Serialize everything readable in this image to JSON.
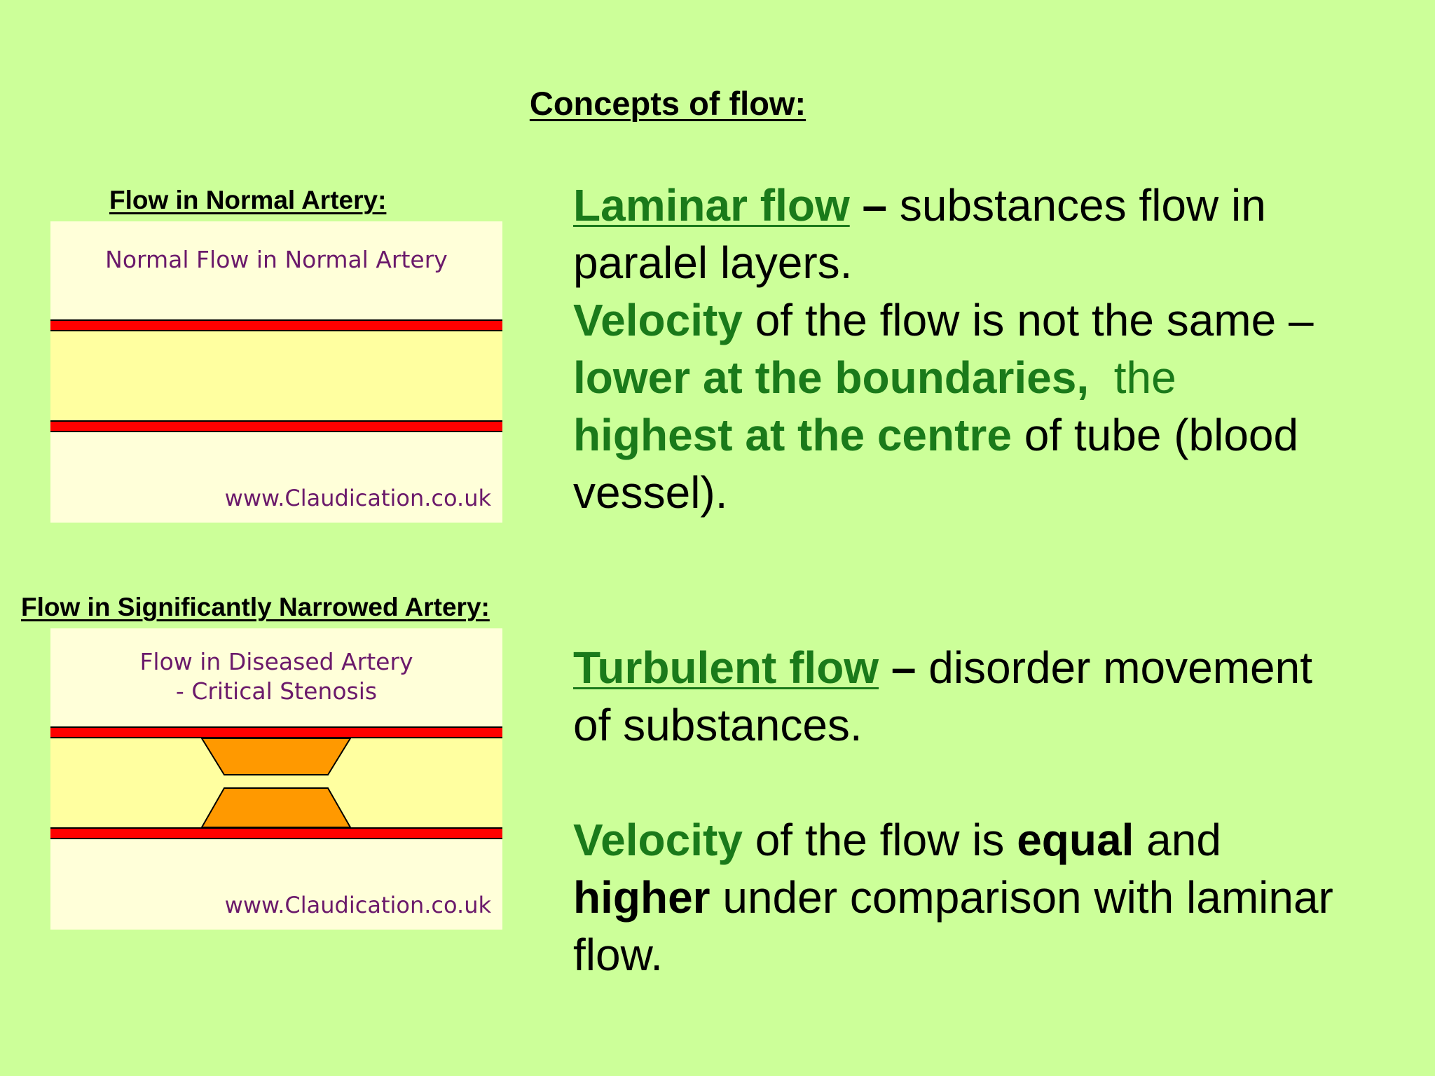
{
  "slide": {
    "title": "Concepts of flow:"
  },
  "figure_normal": {
    "label": "Flow in Normal Artery:",
    "caption": "Normal Flow in Normal Artery",
    "url": "www.Claudication.co.uk"
  },
  "figure_narrowed": {
    "label": "Flow in Significantly Narrowed Artery:",
    "caption_line1": "Flow in Diseased Artery",
    "caption_line2": "- Critical Stenosis",
    "url": "www.Claudication.co.uk"
  },
  "laminar": {
    "term": "Laminar flow",
    "dash": " –",
    "line1_rest": " substances flow in",
    "line2": "paralel layers.",
    "velocity_word": "Velocity",
    "line3_rest": " of the flow is not the same –",
    "line4_bold": "lower at the boundaries,",
    "line4_tail": "  the",
    "line5_bold": "highest at the centre",
    "line5_rest": " of tube (blood",
    "line6": "vessel)."
  },
  "turbulent": {
    "term": "Turbulent flow",
    "dash": " –",
    "line1_rest": " disorder movement",
    "line2": "of substances.",
    "velocity_word": "Velocity",
    "line3_mid": " of the flow is ",
    "line3_bold": "equal",
    "line3_end": " and",
    "line4_bold": "higher",
    "line4_rest": " under comparison with laminar",
    "line5": "flow."
  },
  "colors": {
    "background": "#ccff99",
    "accent_green": "#1a7a1a",
    "artery_wall": "#ff0000",
    "plaque": "#ff9900",
    "figure_background": "#ffffd9"
  }
}
